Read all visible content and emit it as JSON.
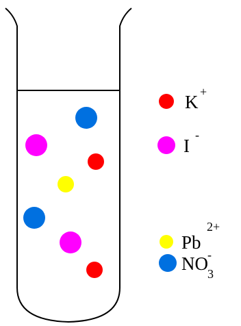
{
  "colors": {
    "potassium": "#ff0000",
    "iodide": "#ff00ff",
    "lead": "#ffff00",
    "nitrate": "#0070e0",
    "outline": "#000000"
  },
  "legend": {
    "k_base": "K",
    "k_sup": "+",
    "i_base": "I",
    "i_sup": "-",
    "pb_base": "Pb",
    "pb_sup": "2+",
    "no_base": "NO",
    "no_sup": "-",
    "no_sub": "3"
  },
  "particles": [
    {
      "ion": "nitrate"
    },
    {
      "ion": "iodide"
    },
    {
      "ion": "potassium"
    },
    {
      "ion": "lead"
    },
    {
      "ion": "nitrate"
    },
    {
      "ion": "iodide"
    },
    {
      "ion": "potassium"
    }
  ]
}
